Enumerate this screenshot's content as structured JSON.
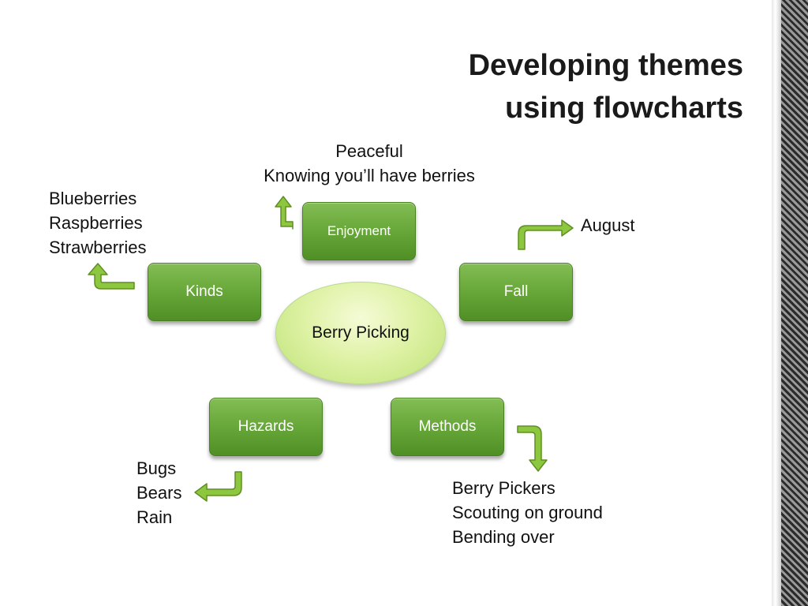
{
  "title": {
    "line1": "Developing themes",
    "line2": "using flowcharts"
  },
  "center": {
    "label": "Berry Picking"
  },
  "nodes": {
    "enjoyment": "Enjoyment",
    "kinds": "Kinds",
    "fall": "Fall",
    "hazards": "Hazards",
    "methods": "Methods"
  },
  "notes": {
    "enjoyment": [
      "Peaceful",
      "Knowing you’ll have berries"
    ],
    "kinds": [
      "Blueberries",
      "Raspberries",
      "Strawberries"
    ],
    "fall": [
      "August"
    ],
    "hazards": [
      "Bugs",
      "Bears",
      "Rain"
    ],
    "methods": [
      "Berry Pickers",
      "Scouting on ground",
      "Bending over"
    ]
  },
  "colors": {
    "box_green": "#6aa93b",
    "oval_green": "#dff2a6",
    "arrow_green": "#8dc63f"
  }
}
